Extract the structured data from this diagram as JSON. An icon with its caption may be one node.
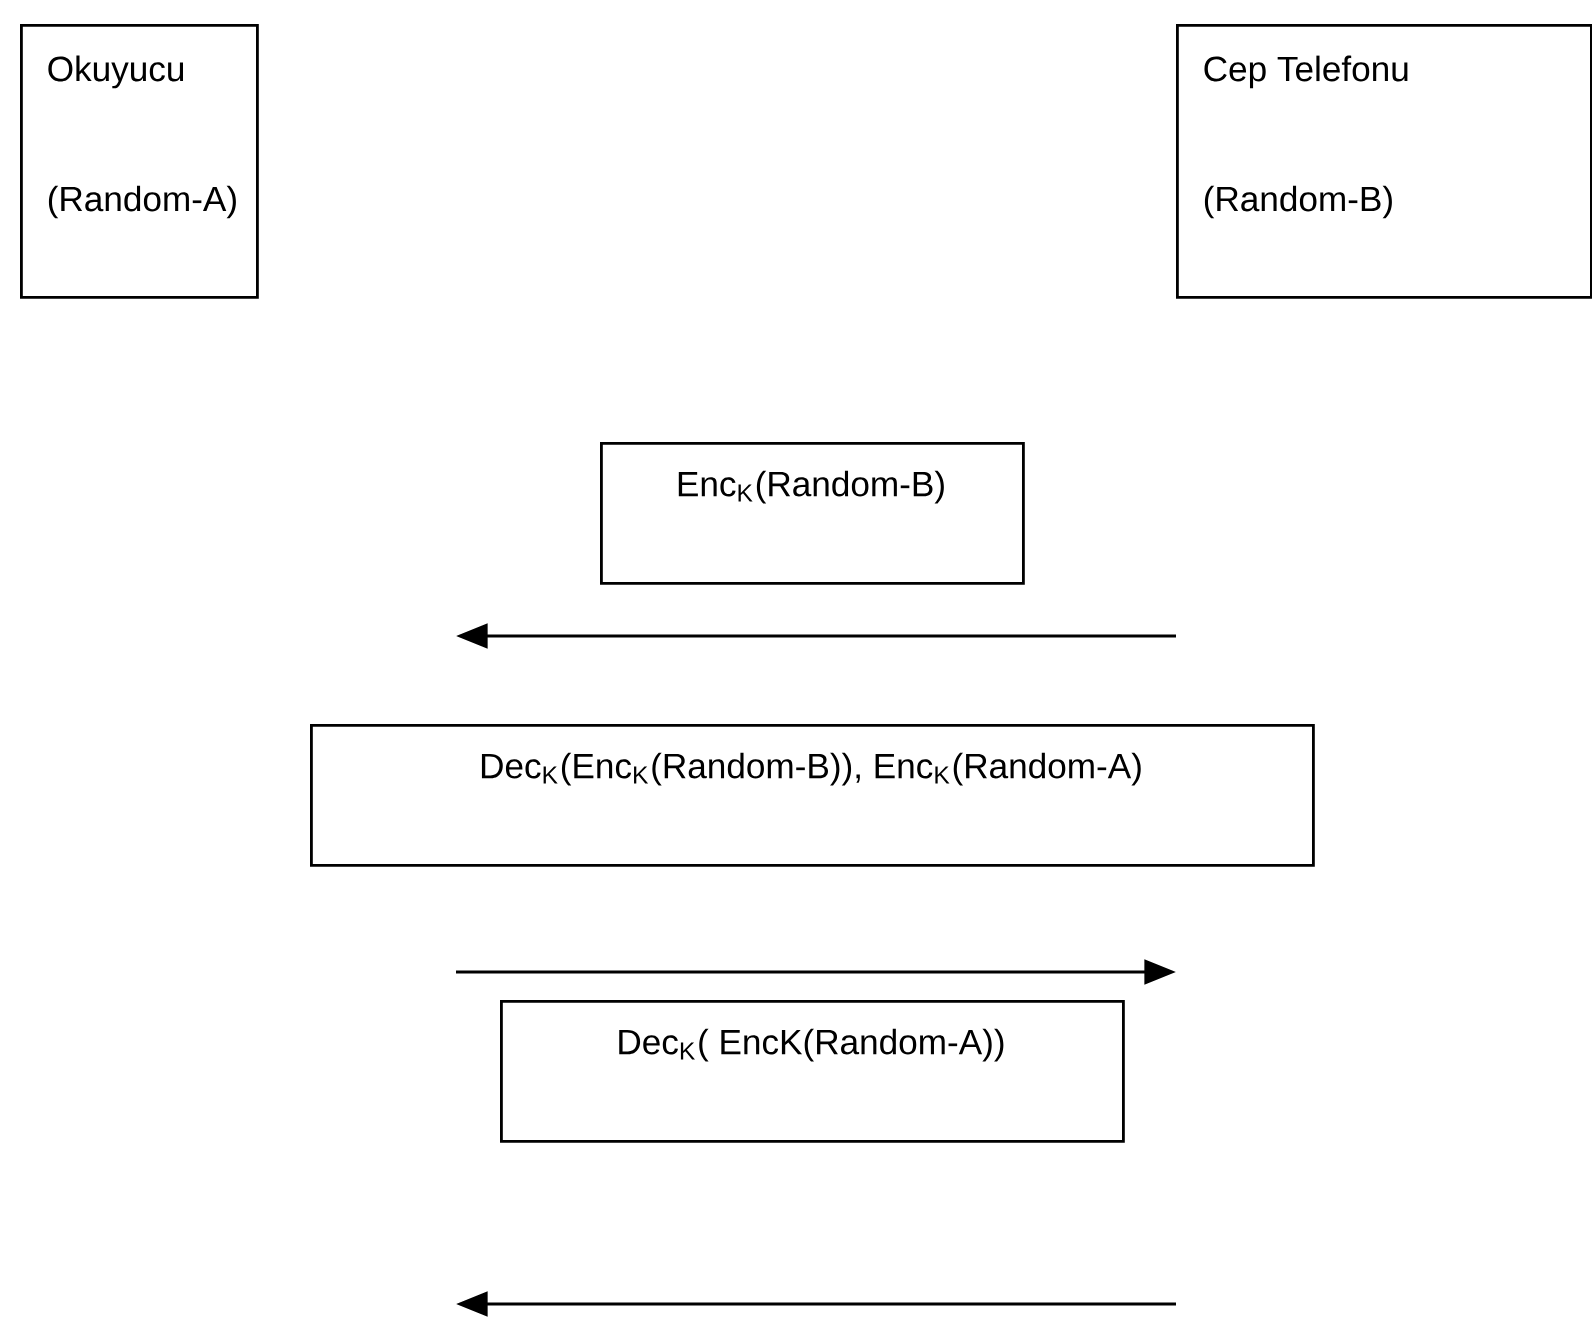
{
  "diagram": {
    "nodes": [
      {
        "text": [
          "Okuyucu",
          "(Random-A)"
        ]
      },
      {
        "text": [
          "Cep Telefonu",
          "(Random-B)"
        ]
      },
      {
        "text": [
          "Enc$_{K}$(Random-B)"
        ]
      },
      {
        "text": [
          "Dec$_{K}$(Enc$_{K}$(Random-B)), Enc$_{K}$(Random-A)"
        ]
      },
      {
        "text": [
          "Dec$_{K}$( EncK(Random-A))"
        ]
      }
    ]
  }
}
